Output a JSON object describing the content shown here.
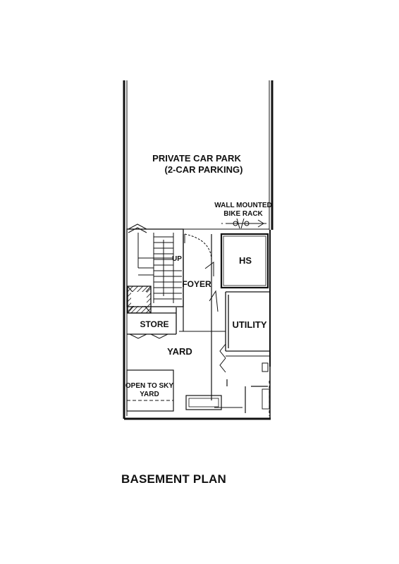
{
  "plan": {
    "title": "BASEMENT PLAN",
    "labels": {
      "car_park_line1": "PRIVATE CAR PARK",
      "car_park_line2": "(2-CAR PARKING)",
      "bike_rack_line1": "WALL MOUNTED",
      "bike_rack_line2": "BIKE RACK",
      "hs": "HS",
      "up": "UP",
      "foyer": "FOYER",
      "utility": "UTILITY",
      "store": "STORE",
      "yard": "YARD",
      "open_yard_line1": "OPEN TO SKY",
      "open_yard_line2": "YARD"
    },
    "colors": {
      "line": "#111111",
      "background": "#ffffff"
    }
  }
}
